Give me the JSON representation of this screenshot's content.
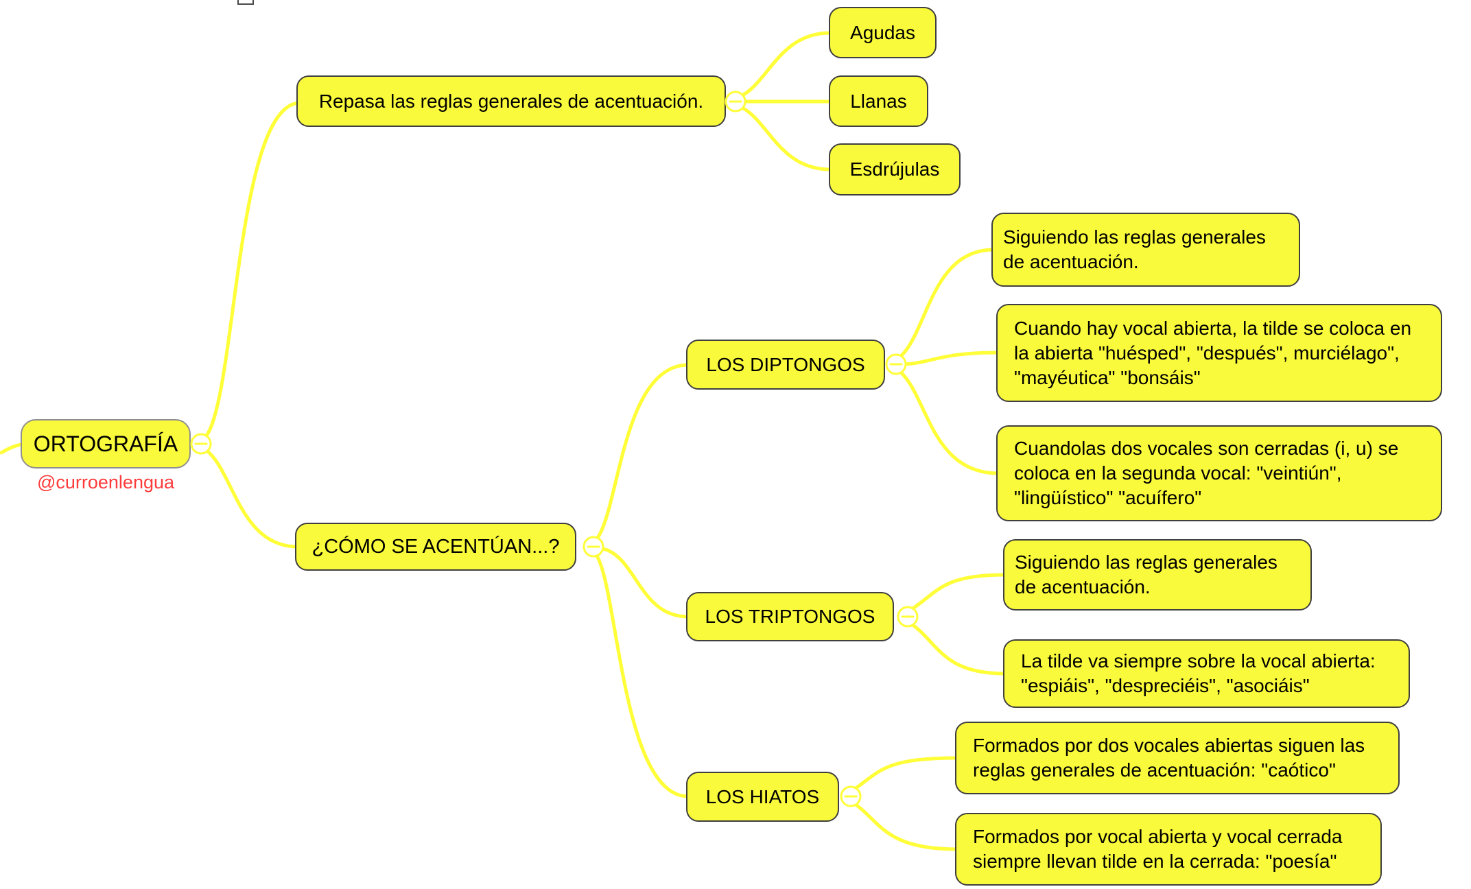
{
  "map": {
    "root": {
      "label": "ORTOGRAFÍA"
    },
    "credit": {
      "label": "@curroenlengua"
    },
    "branch_rules": {
      "label": "Repasa las reglas generales de acentuación.",
      "children": {
        "agudas": {
          "label": "Agudas"
        },
        "llanas": {
          "label": "Llanas"
        },
        "esdrujulas": {
          "label": "Esdrújulas"
        }
      }
    },
    "branch_como": {
      "label": "¿CÓMO SE ACENTÚAN...?",
      "diptongos": {
        "label": "LOS DIPTONGOS",
        "rules": [
          "Siguiendo las reglas generales de acentuación.",
          "Cuando hay vocal abierta, la tilde se coloca en la abierta \"huésped\", \"después\", murciélago\", \"mayéutica\" \"bonsáis\"",
          "Cuandolas dos vocales son cerradas (i, u) se coloca en la segunda vocal: \"veintiún\", \"lingüístico\" \"acuífero\""
        ]
      },
      "triptongos": {
        "label": "LOS TRIPTONGOS",
        "rules": [
          "Siguiendo las reglas generales de acentuación.",
          "La tilde va siempre sobre la vocal abierta: \"espiáis\", \"despreciéis\", \"asociáis\""
        ]
      },
      "hiatos": {
        "label": "LOS HIATOS",
        "rules": [
          "Formados por dos vocales abiertas siguen las reglas generales de acentuación: \"caótico\"",
          "Formados por vocal abierta y vocal cerrada siempre llevan tilde en la cerrada: \"poesía\""
        ]
      }
    }
  },
  "toggles": {
    "symbol": "−"
  },
  "colors": {
    "node_fill": "#FAFA3C",
    "node_border": "#3F3F3F",
    "root_border": "#8F8F8F",
    "edge": "#FFFF38",
    "text": "#000000",
    "credit": "#FF3B3B"
  }
}
